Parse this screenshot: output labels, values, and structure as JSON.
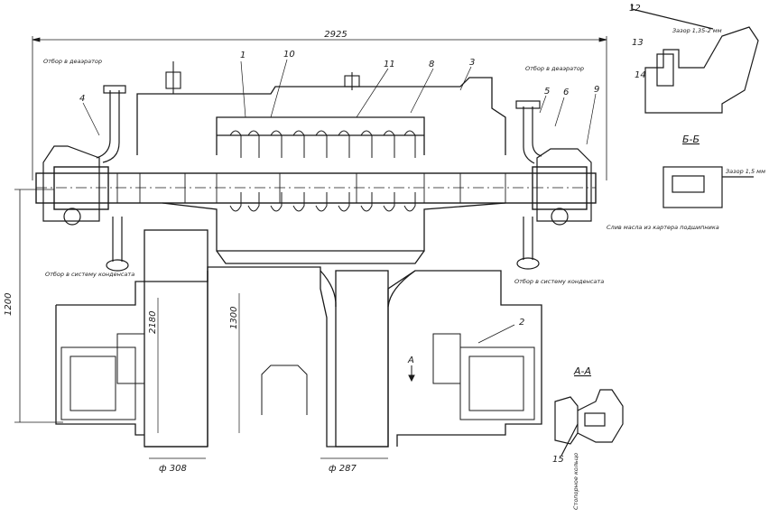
{
  "dimensions": {
    "overall_length": "2925",
    "overall_height": "1200",
    "column_height": "2180",
    "center_height": "1300",
    "left_diameter": "ф 308",
    "right_diameter": "ф 287"
  },
  "callouts": [
    "1",
    "10",
    "11",
    "8",
    "3",
    "5",
    "6",
    "9",
    "4",
    "2",
    "12",
    "13",
    "14",
    "15"
  ],
  "notes": {
    "left_top": "Отбор в деаэратор",
    "right_top": "Отбор в деаэратор",
    "left_bottom": "Отбор в систему конденсата",
    "right_bottom": "Отбор в систему конденсата",
    "right_side": "Слив масла из картера подшипника",
    "detail_bb_top": "Зазор 1,35-2 мм",
    "detail_bb_side": "Зазор 1,5 мм",
    "detail_aa_side": "Стопорное кольцо"
  },
  "sections": {
    "aa": "А-А",
    "bb": "Б-Б",
    "arrow_a": "А"
  },
  "colors": {
    "ink": "#1a1a1a",
    "paper": "#ffffff"
  }
}
